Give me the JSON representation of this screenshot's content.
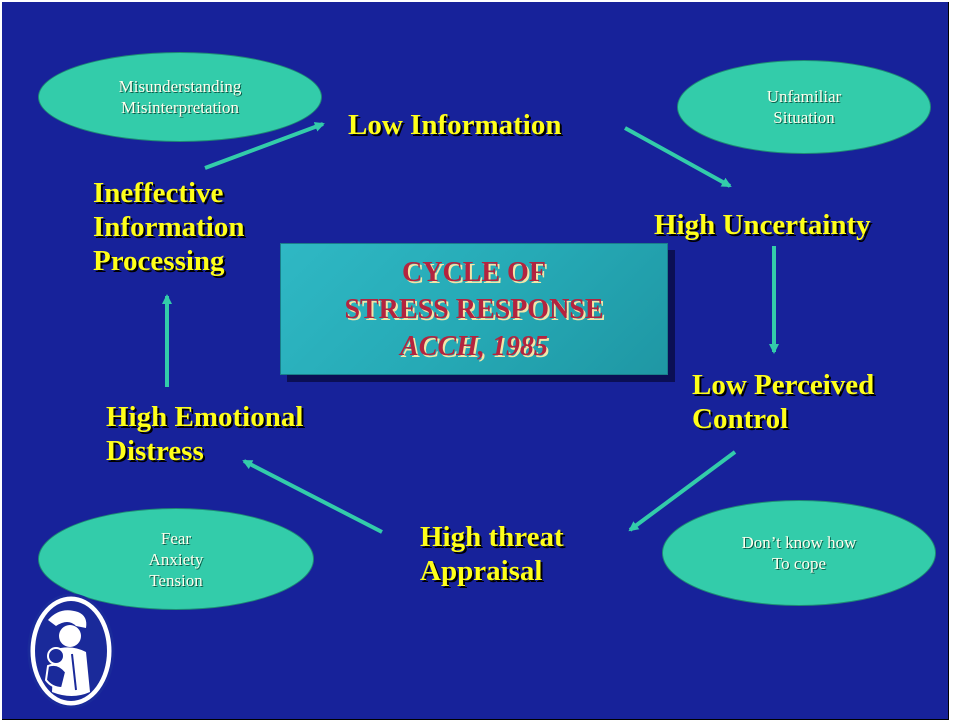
{
  "center": {
    "line1": "CYCLE   OF",
    "line2": "STRESS   RESPONSE",
    "line3": "ACCH, 1985"
  },
  "nodes": {
    "low_information": {
      "lines": [
        "Low Information"
      ]
    },
    "high_uncertainty": {
      "lines": [
        "High Uncertainty"
      ]
    },
    "low_perceived_control": {
      "lines": [
        "Low Perceived",
        "Control"
      ]
    },
    "high_threat_appraisal": {
      "lines": [
        "High threat",
        "Appraisal"
      ]
    },
    "high_emotional_distress": {
      "lines": [
        "High Emotional",
        "Distress"
      ]
    },
    "ineffective_processing": {
      "lines": [
        "Ineffective",
        "Information",
        "Processing"
      ]
    }
  },
  "ovals": {
    "misunderstanding": {
      "lines": [
        "Misunderstanding",
        "Misinterpretation"
      ]
    },
    "unfamiliar": {
      "lines": [
        "Unfamiliar",
        "Situation"
      ]
    },
    "cope": {
      "lines": [
        "Don’t know how",
        "To cope"
      ]
    },
    "fear": {
      "lines": [
        "Fear",
        "Anxiety",
        "Tension"
      ]
    }
  },
  "colors": {
    "background": "#17229a",
    "node_text": "#ffff1a",
    "oval_fill": "#33ccaa",
    "arrow": "#33ccaa",
    "center_box": "#26aab6",
    "center_text": "#b3243f"
  },
  "logo": {
    "icon": "nurse-holding-child-logo"
  }
}
